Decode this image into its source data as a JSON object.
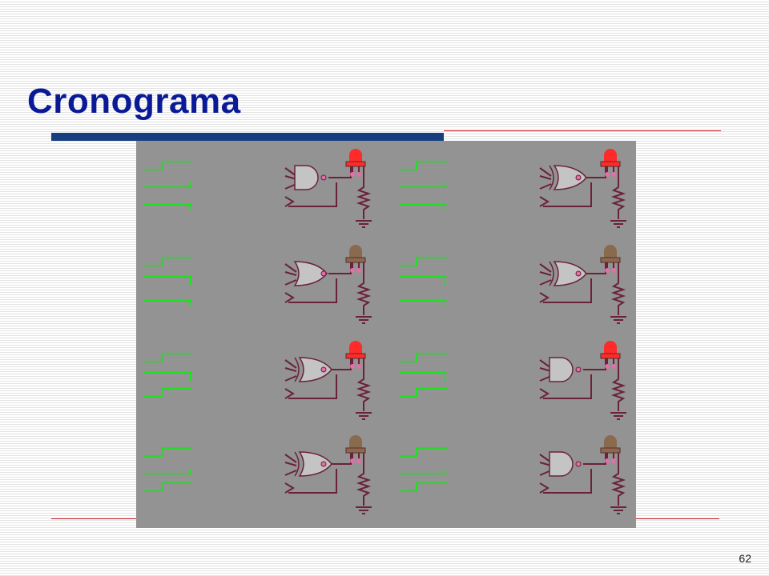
{
  "slide": {
    "title": "Cronograma",
    "page_number": "62"
  },
  "colors": {
    "title": "#0a1a96",
    "accent_bar": "#173e7e",
    "rule": "#c8202a",
    "panel": "#939393",
    "signal": "#22dd22",
    "wire": "#6a2238",
    "led_on": "#ff2a2a",
    "led_off": "#8a6a4e"
  },
  "circuits": [
    {
      "gate": "and",
      "led": "on",
      "waves": [
        "step",
        "low",
        "fall"
      ]
    },
    {
      "gate": "xor",
      "led": "on",
      "waves": [
        "step",
        "low",
        "fall"
      ]
    },
    {
      "gate": "or",
      "led": "off",
      "waves": [
        "step",
        "high",
        "fall"
      ]
    },
    {
      "gate": "xor",
      "led": "off",
      "waves": [
        "step",
        "high",
        "fall"
      ]
    },
    {
      "gate": "xor",
      "led": "on",
      "waves": [
        "step",
        "high",
        "rise"
      ]
    },
    {
      "gate": "and",
      "led": "on",
      "waves": [
        "step",
        "high",
        "rise"
      ]
    },
    {
      "gate": "xor",
      "led": "off",
      "waves": [
        "step",
        "low",
        "rise"
      ]
    },
    {
      "gate": "and",
      "led": "off",
      "waves": [
        "step",
        "low",
        "rise"
      ]
    }
  ]
}
